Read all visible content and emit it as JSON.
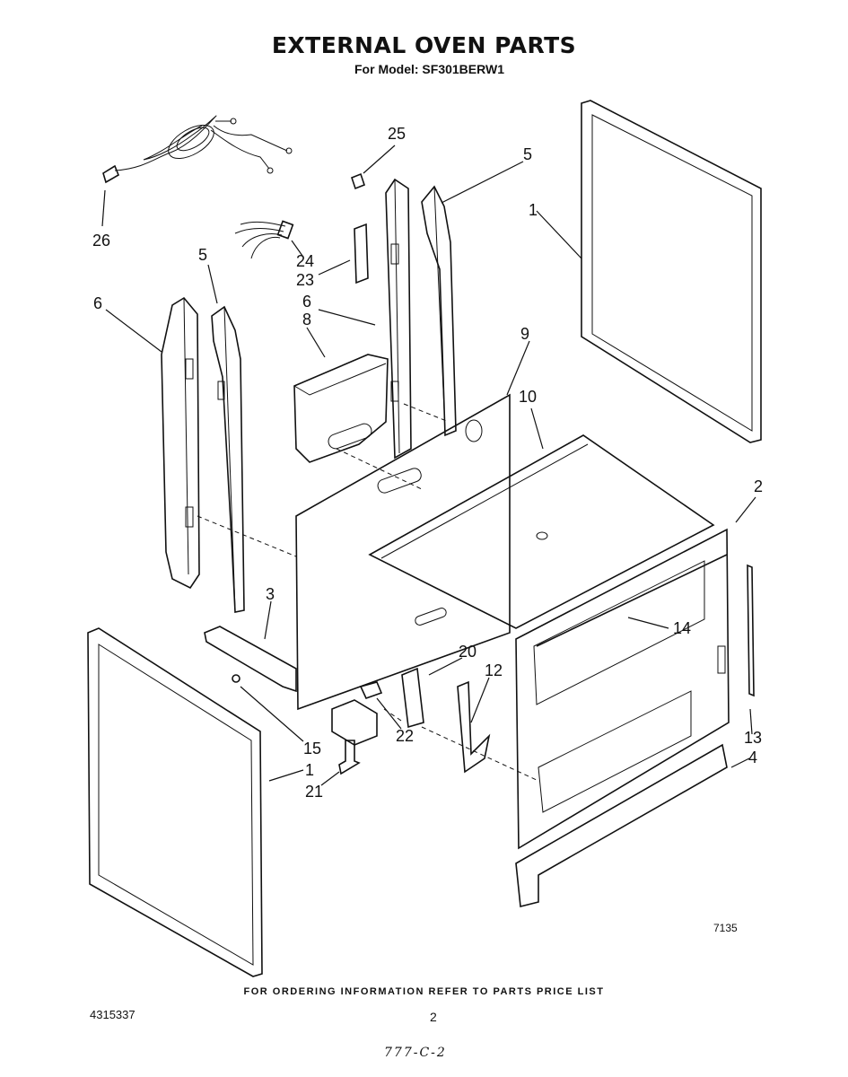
{
  "header": {
    "title": "EXTERNAL OVEN PARTS",
    "subtitle": "For Model: SF301BERW1"
  },
  "callouts": [
    {
      "label": "25"
    },
    {
      "label": "5"
    },
    {
      "label": "1"
    },
    {
      "label": "26"
    },
    {
      "label": "24"
    },
    {
      "label": "23"
    },
    {
      "label": "5"
    },
    {
      "label": "6"
    },
    {
      "label": "6"
    },
    {
      "label": "8"
    },
    {
      "label": "9"
    },
    {
      "label": "10"
    },
    {
      "label": "2"
    },
    {
      "label": "3"
    },
    {
      "label": "14"
    },
    {
      "label": "20"
    },
    {
      "label": "12"
    },
    {
      "label": "15"
    },
    {
      "label": "22"
    },
    {
      "label": "13"
    },
    {
      "label": "1"
    },
    {
      "label": "4"
    },
    {
      "label": "21"
    }
  ],
  "footer": {
    "ordering_note": "FOR ORDERING INFORMATION REFER TO PARTS PRICE LIST",
    "document_number": "4315337",
    "page_number": "2",
    "drawing_number": "7135",
    "handwritten_note": "777-C-2"
  }
}
